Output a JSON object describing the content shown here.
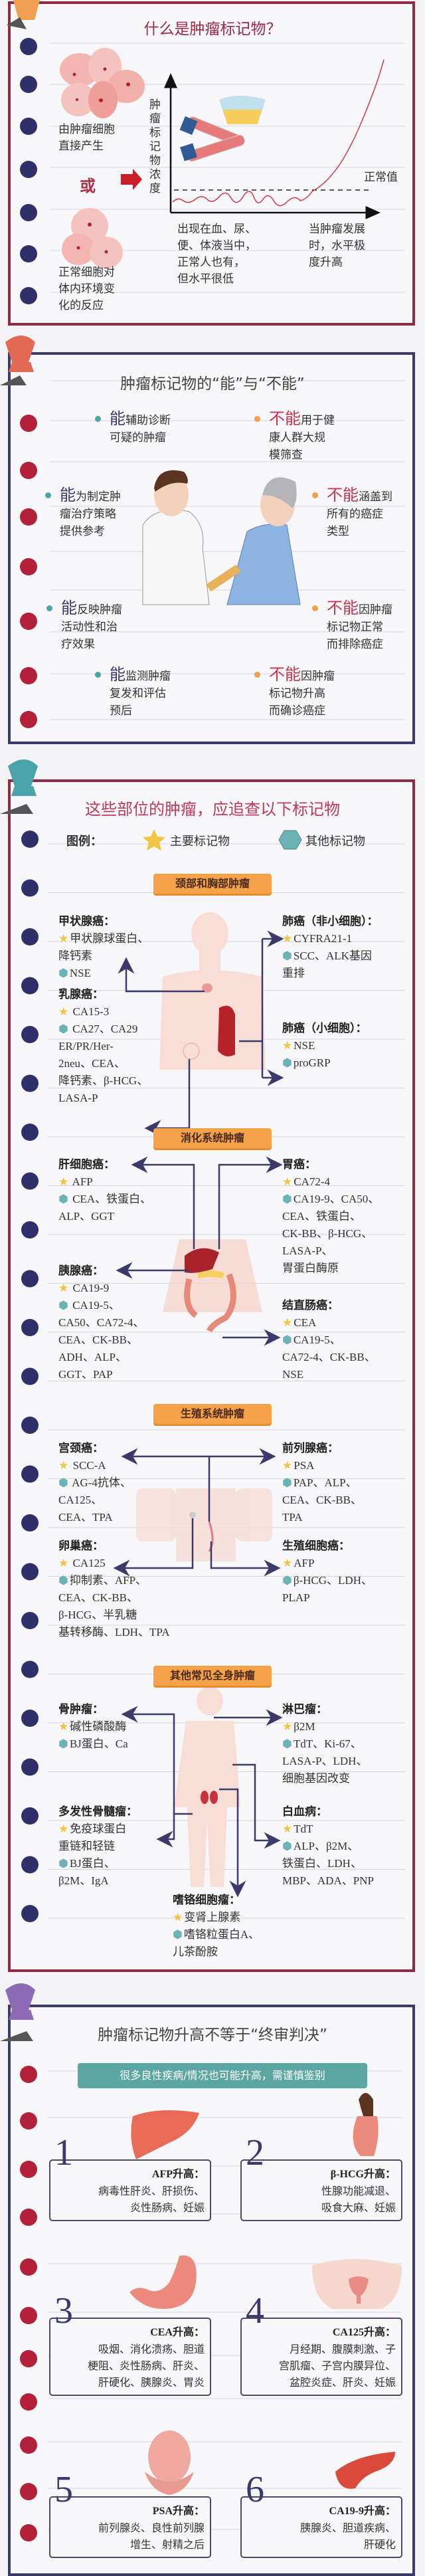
{
  "colors": {
    "navy": "#3b3a6a",
    "maroon": "#8e2a45",
    "red_dot": "#b3203a",
    "star": "#f2c443",
    "hex": "#6db3b6",
    "pill": "#f5a24a",
    "banner": "#5ca6a2"
  },
  "section1": {
    "title": "什么是肿瘤标记物？",
    "tumor_cells": [
      "由肿瘤细胞",
      "直接产生"
    ],
    "or": "或",
    "normal_cells": [
      "正常细胞对",
      "体内环境变",
      "化的反应"
    ],
    "y_axis_label": "肿瘤标记物浓度",
    "normal_value": "正常值",
    "low_text": [
      "出现在血、尿、",
      "便、体液当中，",
      "正常人也有，",
      "但水平很低"
    ],
    "high_text": [
      "当肿瘤发展",
      "时，水平极",
      "度升高"
    ]
  },
  "section2": {
    "title": "肿瘤标记物的“能”与“不能”",
    "items": [
      {
        "lead": "能",
        "lines": [
          "辅助诊断",
          "可疑的肿瘤"
        ],
        "kind": "can"
      },
      {
        "lead": "不能",
        "lines": [
          "用于健",
          "康人群大规",
          "模筛查"
        ],
        "kind": "cannot"
      },
      {
        "lead": "能",
        "lines": [
          "为制定肿",
          "瘤治疗策略",
          "提供参考"
        ],
        "kind": "can"
      },
      {
        "lead": "不能",
        "lines": [
          "涵盖到",
          "所有的癌症",
          "类型"
        ],
        "kind": "cannot"
      },
      {
        "lead": "能",
        "lines": [
          "反映肿瘤",
          "活动性和治",
          "疗效果"
        ],
        "kind": "can"
      },
      {
        "lead": "不能",
        "lines": [
          "因肿瘤",
          "标记物正常",
          "而排除癌症"
        ],
        "kind": "cannot"
      },
      {
        "lead": "能",
        "lines": [
          "监测肿瘤",
          "复发和评估",
          "预后"
        ],
        "kind": "can"
      },
      {
        "lead": "不能",
        "lines": [
          "因肿瘤",
          "标记物升高",
          "而确诊癌症"
        ],
        "kind": "cannot"
      }
    ]
  },
  "section3": {
    "title": "这些部位的肿瘤，应追查以下标记物",
    "legend": {
      "label": "图例：",
      "main": "主要标记物",
      "other": "其他标记物",
      "main_icon": "star-icon",
      "other_icon": "hexagon-icon"
    },
    "categories": [
      "颈部和胸部肿瘤",
      "消化系统肿瘤",
      "生殖系统肿瘤",
      "其他常见全身肿瘤"
    ],
    "blocks": [
      {
        "title": "甲状腺癌：",
        "lines": [
          {
            "m": "star",
            "t": "甲状腺球蛋白、"
          },
          {
            "t": "降钙素"
          },
          {
            "m": "hex",
            "t": "NSE"
          }
        ]
      },
      {
        "title": "乳腺癌：",
        "lines": [
          {
            "m": "star",
            "t": " CA15-3"
          },
          {
            "m": "hex",
            "t": " CA27、CA29"
          },
          {
            "t": "ER/PR/Her-"
          },
          {
            "t": "2neu、CEA、"
          },
          {
            "t": "降钙素、β-HCG、"
          },
          {
            "t": "LASA-P"
          }
        ]
      },
      {
        "title": "肺癌（非小细胞）：",
        "lines": [
          {
            "m": "star",
            "t": "CYFRA21-1"
          },
          {
            "m": "hex",
            "t": "SCC、ALK基因"
          },
          {
            "t": "重排"
          }
        ]
      },
      {
        "title": "肺癌（小细胞）：",
        "lines": [
          {
            "m": "star",
            "t": "NSE"
          },
          {
            "m": "hex",
            "t": "proGRP"
          }
        ]
      },
      {
        "title": "肝细胞癌：",
        "lines": [
          {
            "m": "star",
            "t": " AFP"
          },
          {
            "m": "hex",
            "t": " CEA、铁蛋白、"
          },
          {
            "t": "ALP、GGT"
          }
        ]
      },
      {
        "title": "胃癌：",
        "lines": [
          {
            "m": "star",
            "t": "CA72-4"
          },
          {
            "m": "hex",
            "t": "CA19-9、CA50、"
          },
          {
            "t": "CEA、铁蛋白、"
          },
          {
            "t": "CK-BB、β-HCG、"
          },
          {
            "t": "LASA-P、"
          },
          {
            "t": "胃蛋白酶原"
          }
        ]
      },
      {
        "title": "胰腺癌：",
        "lines": [
          {
            "m": "star",
            "t": " CA19-9"
          },
          {
            "m": "hex",
            "t": " CA19-5、"
          },
          {
            "t": "CA50、CA72-4、"
          },
          {
            "t": "CEA、CK-BB、"
          },
          {
            "t": "ADH、ALP、"
          },
          {
            "t": "GGT、PAP"
          }
        ]
      },
      {
        "title": "结直肠癌：",
        "lines": [
          {
            "m": "star",
            "t": "CEA"
          },
          {
            "m": "hex",
            "t": "CA19-5、"
          },
          {
            "t": "CA72-4、CK-BB、"
          },
          {
            "t": "NSE"
          }
        ]
      },
      {
        "title": "宫颈癌：",
        "lines": [
          {
            "m": "star",
            "t": " SCC-A"
          },
          {
            "m": "hex",
            "t": " AG-4抗体、"
          },
          {
            "t": "CA125、"
          },
          {
            "t": "CEA、TPA"
          }
        ]
      },
      {
        "title": "前列腺癌：",
        "lines": [
          {
            "m": "star",
            "t": "PSA"
          },
          {
            "m": "hex",
            "t": "PAP、ALP、"
          },
          {
            "t": "CEA、CK-BB、"
          },
          {
            "t": "TPA"
          }
        ]
      },
      {
        "title": "卵巢癌：",
        "lines": [
          {
            "m": "star",
            "t": " CA125"
          },
          {
            "m": "hex",
            "t": "抑制素、AFP、"
          },
          {
            "t": "CEA、CK-BB、"
          },
          {
            "t": "β-HCG、半乳糖"
          },
          {
            "t": "基转移酶、LDH、TPA"
          }
        ]
      },
      {
        "title": "生殖细胞癌：",
        "lines": [
          {
            "m": "star",
            "t": "AFP"
          },
          {
            "m": "hex",
            "t": "β-HCG、LDH、"
          },
          {
            "t": "PLAP"
          }
        ]
      },
      {
        "title": "骨肿瘤：",
        "lines": [
          {
            "m": "star",
            "t": "碱性磷酸酶"
          },
          {
            "m": "hex",
            "t": "BJ蛋白、Ca"
          }
        ]
      },
      {
        "title": "淋巴瘤：",
        "lines": [
          {
            "m": "star",
            "t": "β2M"
          },
          {
            "m": "hex",
            "t": "TdT、Ki-67、"
          },
          {
            "t": "LASA-P、LDH、"
          },
          {
            "t": "细胞基因改变"
          }
        ]
      },
      {
        "title": "多发性骨髓瘤：",
        "lines": [
          {
            "m": "star",
            "t": "免疫球蛋白"
          },
          {
            "t": "重链和轻链"
          },
          {
            "m": "hex",
            "t": "BJ蛋白、"
          },
          {
            "t": "β2M、IgA"
          }
        ]
      },
      {
        "title": "白血病：",
        "lines": [
          {
            "m": "star",
            "t": "TdT"
          },
          {
            "m": "hex",
            "t": "ALP、β2M、"
          },
          {
            "t": "铁蛋白、LDH、"
          },
          {
            "t": "MBP、ADA、PNP"
          }
        ]
      },
      {
        "title": "嗜铬细胞瘤：",
        "lines": [
          {
            "m": "star",
            "t": "变肾上腺素"
          },
          {
            "m": "hex",
            "t": "嗜铬粒蛋白A、"
          },
          {
            "t": "儿茶酚胺"
          }
        ]
      }
    ]
  },
  "section4": {
    "title": "肿瘤标记物升高不等于“终审判决”",
    "banner": "很多良性疾病/情况也可能升高，需谨慎鉴别",
    "cards": [
      {
        "number": "1",
        "title": "AFP升高：",
        "lines": [
          "病毒性肝炎、肝损伤、",
          "炎性肠病、妊娠"
        ]
      },
      {
        "number": "2",
        "title": "β-HCG升高：",
        "lines": [
          "性腺功能减退、",
          "吸食大麻、妊娠"
        ]
      },
      {
        "number": "3",
        "title": "CEA升高：",
        "lines": [
          "吸烟、消化溃疡、胆道",
          "梗阻、炎性肠病、肝炎、",
          "肝硬化、胰腺炎、胃炎"
        ]
      },
      {
        "number": "4",
        "title": "CA125升高：",
        "lines": [
          "月经期、腹膜刺激、子",
          "宫肌瘤、子宫内膜异位、",
          "盆腔炎症、肝炎、妊娠"
        ]
      },
      {
        "number": "5",
        "title": "PSA升高：",
        "lines": [
          "前列腺炎、良性前列腺",
          "增生、射精之后"
        ]
      },
      {
        "number": "6",
        "title": "CA19-9升高：",
        "lines": [
          "胰腺炎、胆道疾病、",
          "肝硬化"
        ]
      }
    ]
  }
}
